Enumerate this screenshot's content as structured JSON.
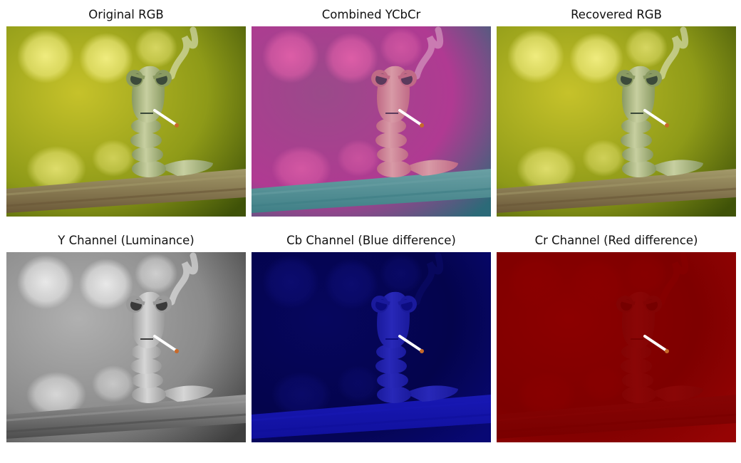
{
  "panels": [
    {
      "title": "Original RGB",
      "variant": "rgb"
    },
    {
      "title": "Combined YCbCr",
      "variant": "ycbcr"
    },
    {
      "title": "Recovered RGB",
      "variant": "rgb"
    },
    {
      "title": "Y Channel (Luminance)",
      "variant": "y"
    },
    {
      "title": "Cb Channel (Blue difference)",
      "variant": "cb"
    },
    {
      "title": "Cr Channel (Red difference)",
      "variant": "cr"
    }
  ],
  "palettes": {
    "rgb": {
      "bg1": "#c6c22a",
      "bg2": "#8e9a18",
      "bg3": "#3f5208",
      "bokeh": "#f3ef83",
      "branch": "#6b5838",
      "branch_hi": "#a39a6a",
      "body": "#8a9a62",
      "body_hi": "#c7cfa0",
      "eye": "#3c4a3a",
      "smoke": "#e8ecd8"
    },
    "ycbcr": {
      "bg1": "#9a4a8a",
      "bg2": "#b03a92",
      "bg3": "#2c6a78",
      "bokeh": "#e05fa8",
      "branch": "#3f7f86",
      "branch_hi": "#6aa0a4",
      "body": "#c06a86",
      "body_hi": "#d89aa6",
      "eye": "#5a3a5c",
      "smoke": "#e0b0cc"
    },
    "y": {
      "bg1": "#b0b0b0",
      "bg2": "#8a8a8a",
      "bg3": "#3e3e3e",
      "bokeh": "#ececec",
      "branch": "#4c4c4c",
      "branch_hi": "#9a9a9a",
      "body": "#9a9a9a",
      "body_hi": "#d6d6d6",
      "eye": "#3a3a3a",
      "smoke": "#f2f2f2"
    },
    "cb": {
      "bg1": "#06065e",
      "bg2": "#04044c",
      "bg3": "#080874",
      "bokeh": "#0c0c70",
      "branch": "#10109c",
      "branch_hi": "#1818b4",
      "body": "#1a1a9c",
      "body_hi": "#2828b8",
      "eye": "#0c0c80",
      "smoke": "#0c0c6c"
    },
    "cr": {
      "bg1": "#8c0000",
      "bg2": "#7e0000",
      "bg3": "#960404",
      "bokeh": "#8a0000",
      "branch": "#7a0000",
      "branch_hi": "#860404",
      "body": "#820404",
      "body_hi": "#8a0606",
      "eye": "#760000",
      "smoke": "#880000"
    }
  }
}
